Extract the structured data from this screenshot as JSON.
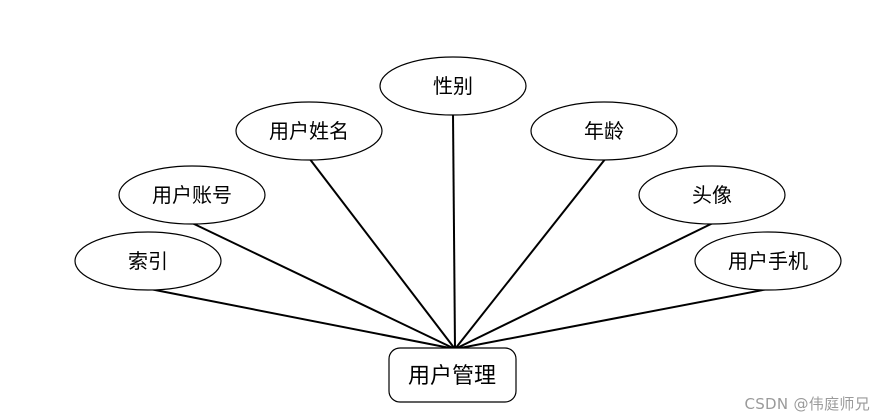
{
  "diagram": {
    "entity": {
      "label": "用户管理"
    },
    "attributes": [
      {
        "key": "index",
        "label": "索引"
      },
      {
        "key": "account",
        "label": "用户账号"
      },
      {
        "key": "name",
        "label": "用户姓名"
      },
      {
        "key": "gender",
        "label": "性别"
      },
      {
        "key": "age",
        "label": "年龄"
      },
      {
        "key": "avatar",
        "label": "头像"
      },
      {
        "key": "phone",
        "label": "用户手机"
      }
    ]
  },
  "watermark": "CSDN @伟庭师兄"
}
